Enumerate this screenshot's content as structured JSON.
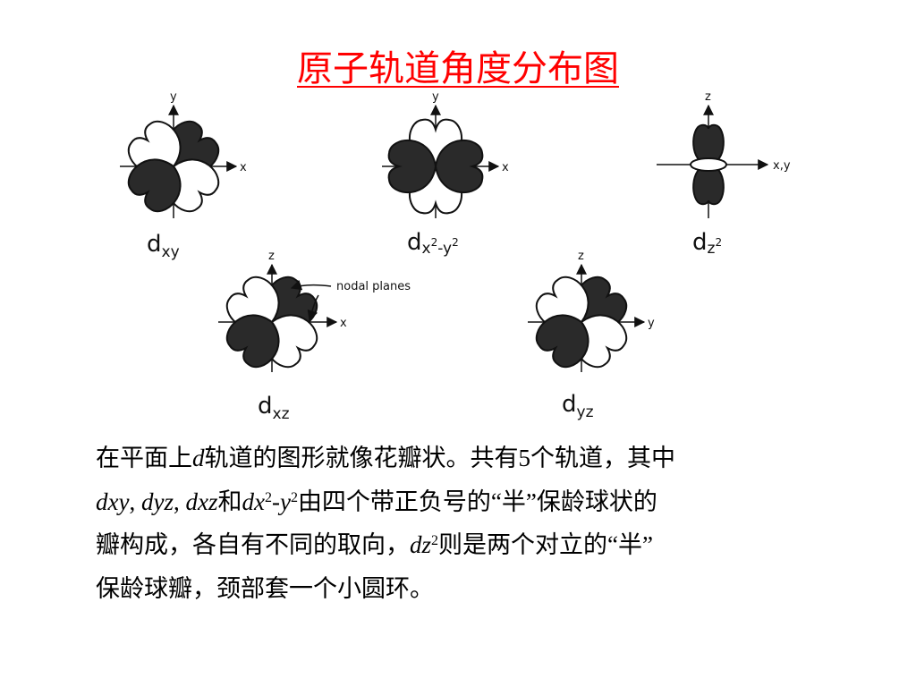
{
  "title": "原子轨道角度分布图",
  "orbitals": [
    {
      "id": "dxy",
      "label_main": "d",
      "label_sub": "xy",
      "axis_h": "x",
      "axis_v": "y"
    },
    {
      "id": "dx2y2",
      "label_main": "d",
      "label_sub_a": "x",
      "label_sup_a": "2",
      "label_sub_b": "-y",
      "label_sup_b": "2",
      "axis_h": "x",
      "axis_v": "y"
    },
    {
      "id": "dz2",
      "label_main": "d",
      "label_sub": "z",
      "label_sup": "2",
      "axis_h": "x,y",
      "axis_v": "z"
    },
    {
      "id": "dxz",
      "label_main": "d",
      "label_sub": "xz",
      "axis_h": "x",
      "axis_v": "z",
      "annotation": "nodal planes"
    },
    {
      "id": "dyz",
      "label_main": "d",
      "label_sub": "yz",
      "axis_h": "y",
      "axis_v": "z"
    }
  ],
  "description": {
    "l1_a": "在平面上",
    "l1_d": "d",
    "l1_b": "轨道的图形就像花瓣状。共有5个轨道，其中",
    "l2_dxy": "dxy",
    "l2_c1": ", ",
    "l2_dyz": "dyz",
    "l2_c2": ", ",
    "l2_dxz": "dxz",
    "l2_he": "和",
    "l2_dx": "dx",
    "l2_s1": "2",
    "l2_dash": "-",
    "l2_y": "y",
    "l2_s2": "2",
    "l2_rest": "由四个带正负号的“半”保龄球状的",
    "l3_a": "瓣构成，各自有不同的取向，",
    "l3_dz": "dz",
    "l3_s": "2",
    "l3_b": "则是两个对立的“半”",
    "l4": "保龄球瓣，颈部套一个小圆环。"
  }
}
